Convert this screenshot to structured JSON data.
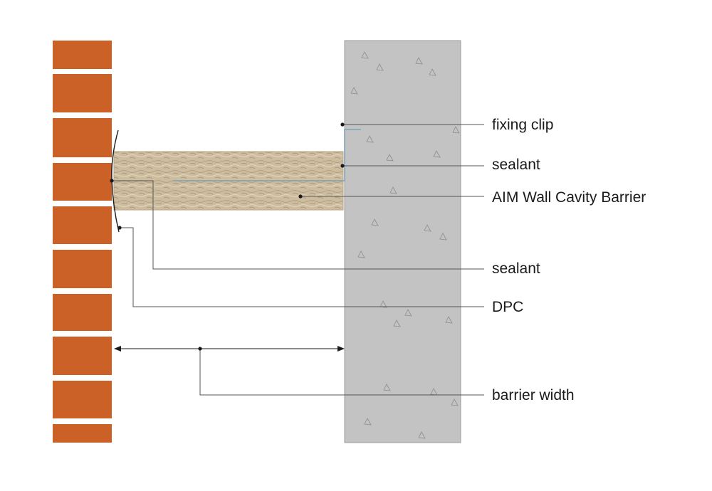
{
  "labels": {
    "fixing_clip": "fixing clip",
    "sealant_top": "sealant",
    "barrier": "AIM Wall Cavity Barrier",
    "sealant_bottom": "sealant",
    "dpc": "DPC",
    "barrier_width": "barrier width"
  },
  "colors": {
    "brick": "#cc6128",
    "mortar": "#ffffff",
    "concrete": "#c3c3c4",
    "concrete_edge": "#9e9e9f",
    "mineral_wool": "#cdbd9e",
    "mineral_wool_dark": "#a7987c",
    "leader_line": "#555555",
    "dpc_line": "#1a1a1a",
    "clip_line": "#7fa3b8"
  }
}
